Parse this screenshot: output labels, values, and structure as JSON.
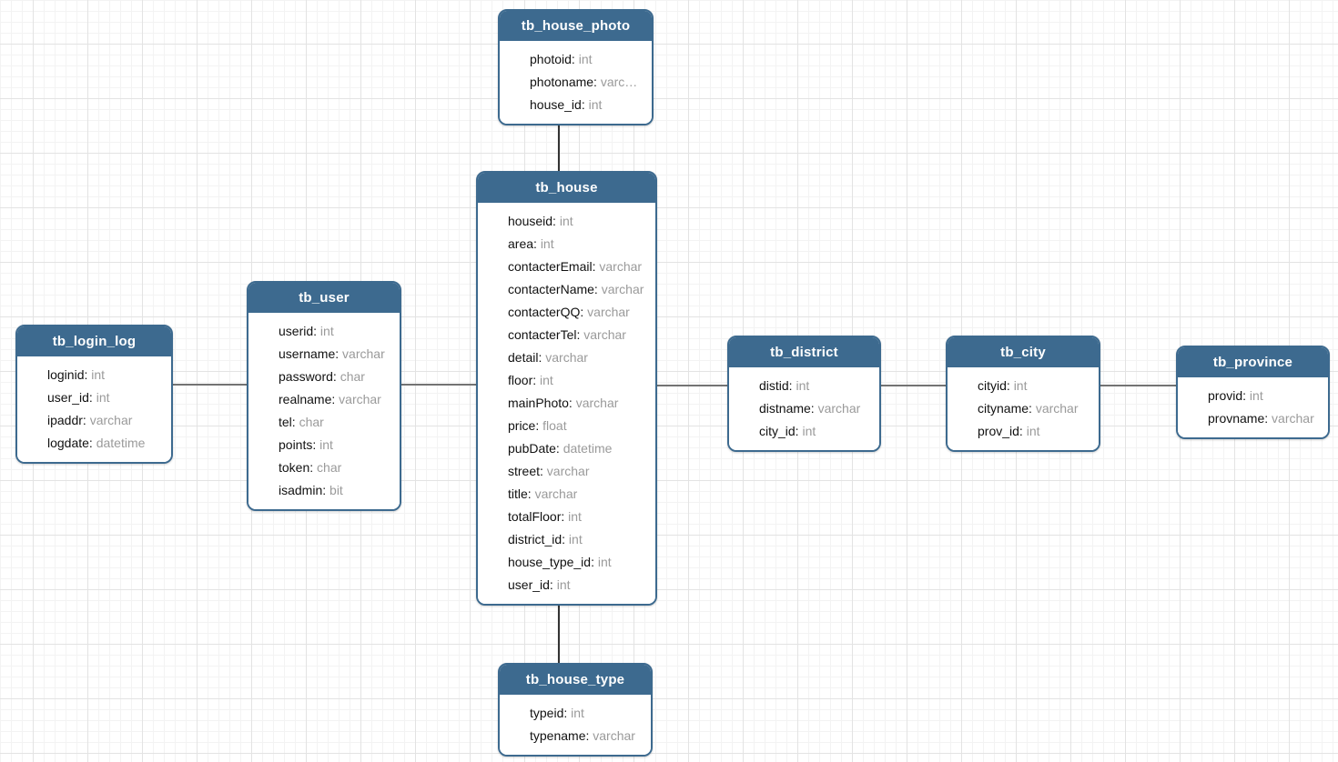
{
  "colors": {
    "accent": "#3d6a8f",
    "type_text": "#9a9a9a",
    "connector_horizontal": "#737373",
    "connector_vertical": "#333333",
    "canvas_background": "#ffffff",
    "grid_minor": "#f3f3f3",
    "grid_major": "#e3e3e3"
  },
  "tables": [
    {
      "name": "tb_house_photo",
      "fields": [
        {
          "label": "photoid",
          "type": "int"
        },
        {
          "label": "photoname",
          "type": "varc…"
        },
        {
          "label": "house_id",
          "type": "int"
        }
      ]
    },
    {
      "name": "tb_house",
      "fields": [
        {
          "label": "houseid",
          "type": "int"
        },
        {
          "label": "area",
          "type": "int"
        },
        {
          "label": "contacterEmail",
          "type": "varchar"
        },
        {
          "label": "contacterName",
          "type": "varchar"
        },
        {
          "label": "contacterQQ",
          "type": "varchar"
        },
        {
          "label": "contacterTel",
          "type": "varchar"
        },
        {
          "label": "detail",
          "type": "varchar"
        },
        {
          "label": "floor",
          "type": "int"
        },
        {
          "label": "mainPhoto",
          "type": "varchar"
        },
        {
          "label": "price",
          "type": "float"
        },
        {
          "label": "pubDate",
          "type": "datetime"
        },
        {
          "label": "street",
          "type": "varchar"
        },
        {
          "label": "title",
          "type": "varchar"
        },
        {
          "label": "totalFloor",
          "type": "int"
        },
        {
          "label": "district_id",
          "type": "int"
        },
        {
          "label": "house_type_id",
          "type": "int"
        },
        {
          "label": "user_id",
          "type": "int"
        }
      ]
    },
    {
      "name": "tb_user",
      "fields": [
        {
          "label": "userid",
          "type": "int"
        },
        {
          "label": "username",
          "type": "varchar"
        },
        {
          "label": "password",
          "type": "char"
        },
        {
          "label": "realname",
          "type": "varchar"
        },
        {
          "label": "tel",
          "type": "char"
        },
        {
          "label": "points",
          "type": "int"
        },
        {
          "label": "token",
          "type": "char"
        },
        {
          "label": "isadmin",
          "type": "bit"
        }
      ]
    },
    {
      "name": "tb_login_log",
      "fields": [
        {
          "label": "loginid",
          "type": "int"
        },
        {
          "label": "user_id",
          "type": "int"
        },
        {
          "label": "ipaddr",
          "type": "varchar"
        },
        {
          "label": "logdate",
          "type": "datetime"
        }
      ]
    },
    {
      "name": "tb_district",
      "fields": [
        {
          "label": "distid",
          "type": "int"
        },
        {
          "label": "distname",
          "type": "varchar"
        },
        {
          "label": "city_id",
          "type": "int"
        }
      ]
    },
    {
      "name": "tb_city",
      "fields": [
        {
          "label": "cityid",
          "type": "int"
        },
        {
          "label": "cityname",
          "type": "varchar"
        },
        {
          "label": "prov_id",
          "type": "int"
        }
      ]
    },
    {
      "name": "tb_province",
      "fields": [
        {
          "label": "provid",
          "type": "int"
        },
        {
          "label": "provname",
          "type": "varchar"
        }
      ]
    },
    {
      "name": "tb_house_type",
      "fields": [
        {
          "label": "typeid",
          "type": "int"
        },
        {
          "label": "typename",
          "type": "varchar"
        }
      ]
    }
  ],
  "connections": [
    {
      "from": "tb_house_photo",
      "to": "tb_house"
    },
    {
      "from": "tb_house",
      "to": "tb_house_type"
    },
    {
      "from": "tb_login_log",
      "to": "tb_user"
    },
    {
      "from": "tb_user",
      "to": "tb_house"
    },
    {
      "from": "tb_house",
      "to": "tb_district"
    },
    {
      "from": "tb_district",
      "to": "tb_city"
    },
    {
      "from": "tb_city",
      "to": "tb_province"
    }
  ]
}
